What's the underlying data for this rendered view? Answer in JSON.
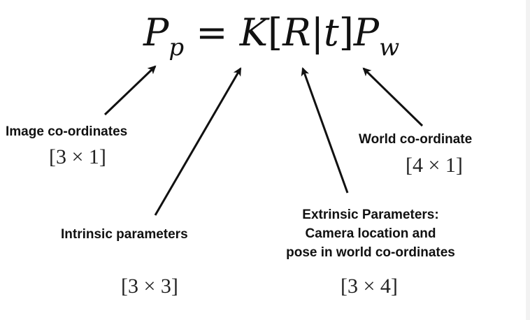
{
  "equation": {
    "lhs": "P",
    "lhs_sub": "p",
    "eq": "=",
    "k": "K",
    "lb": "[",
    "r": "R",
    "bar": "|",
    "t": "t",
    "rb": "]",
    "rhs": "P",
    "rhs_sub": "w"
  },
  "labels": {
    "image": {
      "title": "Image co-ordinates",
      "dim": "[3 × 1]"
    },
    "intrinsic": {
      "title": "Intrinsic parameters",
      "dim": "[3 × 3]"
    },
    "extrinsic": {
      "lines": [
        "Extrinsic Parameters:",
        "Camera location and",
        "pose in world co-ordinates"
      ],
      "dim": "[3 × 4]"
    },
    "world": {
      "title": "World co-ordinate",
      "dim": "[4 × 1]"
    }
  },
  "colors": {
    "text": "#111111",
    "arrow": "#111111",
    "background": "#ffffff"
  }
}
